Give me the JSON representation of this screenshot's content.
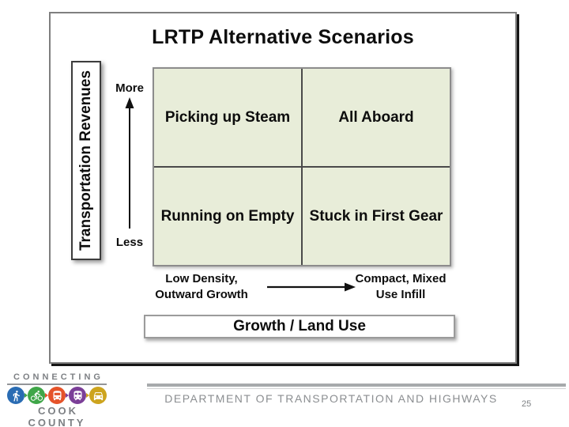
{
  "slide": {
    "title": "LRTP Alternative Scenarios",
    "y_axis": {
      "label": "Transportation Revenues",
      "high_label": "More",
      "low_label": "Less"
    },
    "matrix": {
      "quadrants": [
        {
          "position": "top-left",
          "label": "Picking up Steam"
        },
        {
          "position": "top-right",
          "label": "All Aboard"
        },
        {
          "position": "bottom-left",
          "label": "Running on Empty"
        },
        {
          "position": "bottom-right",
          "label": "Stuck in First Gear"
        }
      ],
      "fill_color": "#e8edd9"
    },
    "x_axis": {
      "left_label": {
        "line1": "Low Density,",
        "line2": "Outward Growth"
      },
      "right_label": {
        "line1": "Compact, Mixed",
        "line2": "Use Infill"
      },
      "axis_title": "Growth / Land Use"
    }
  },
  "footer": {
    "logo": {
      "line1": "CONNECTING",
      "line2": "COOK COUNTY",
      "icons": [
        {
          "name": "pedestrian-icon",
          "color": "#2a6cb3"
        },
        {
          "name": "bicycle-icon",
          "color": "#3fa648"
        },
        {
          "name": "bus-icon",
          "color": "#e5532a"
        },
        {
          "name": "train-icon",
          "color": "#7b3f98"
        },
        {
          "name": "car-icon",
          "color": "#cda41e"
        }
      ]
    },
    "department_text": "DEPARTMENT OF TRANSPORTATION AND HIGHWAYS",
    "page_number": "25"
  },
  "colors": {
    "slide_border": "#7f7f7f",
    "slide_shadow": "#161616",
    "quadrant_fill": "#e8edd9",
    "grid_line": "#4a4a4a",
    "grid_outer_border": "#8c8c8c",
    "text": "#0d0d0d",
    "footer_text": "#8b8e91",
    "footer_rule": "#a7aaac",
    "logo_text": "#7d8084"
  }
}
